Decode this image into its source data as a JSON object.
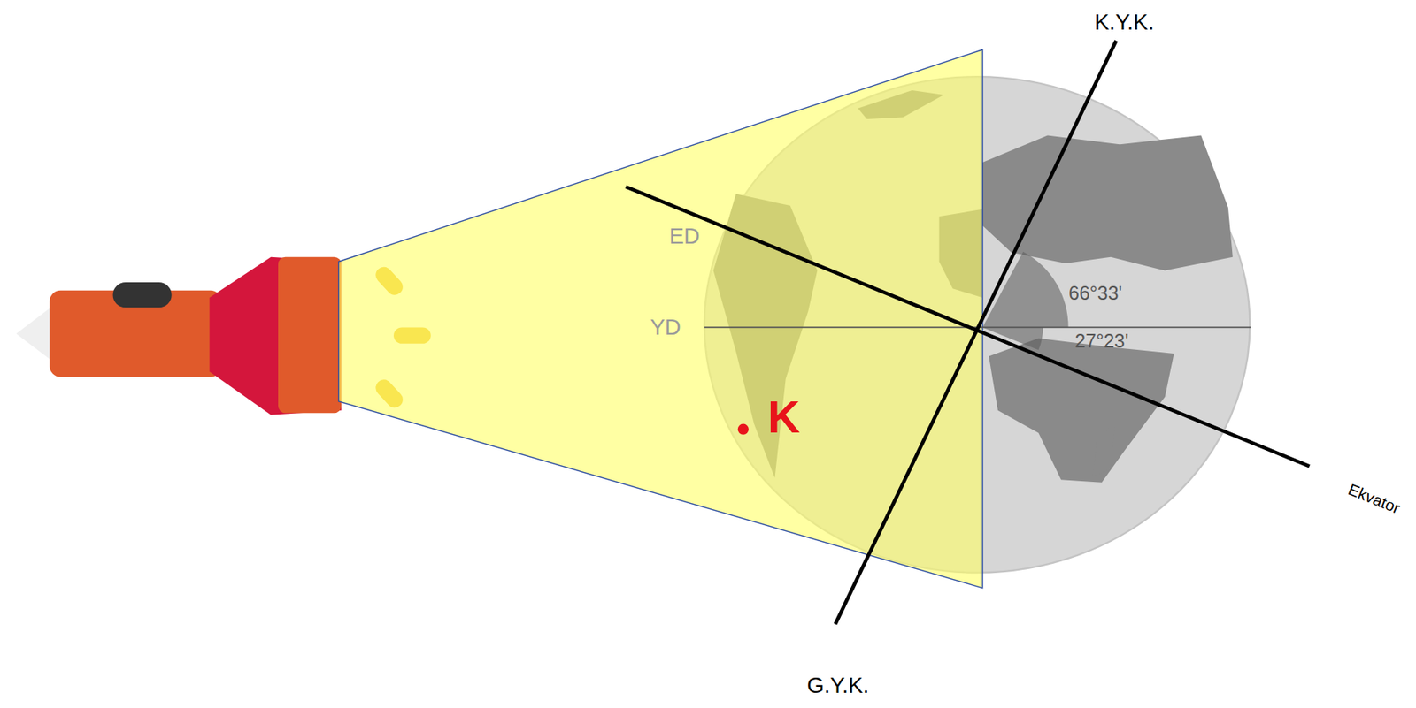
{
  "diagram": {
    "labels": [
      "K.Y.K.",
      "ED",
      "YD",
      "66°33'",
      "27°23'",
      "K",
      "Ekvator",
      "G.Y.K."
    ]
  }
}
